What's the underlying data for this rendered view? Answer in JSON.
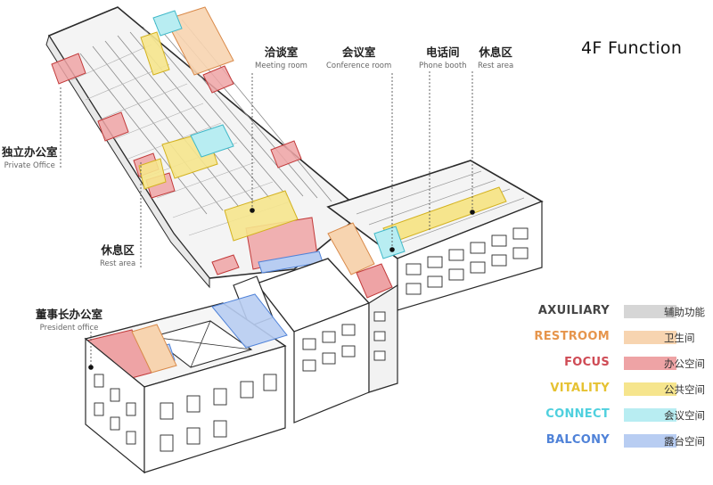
{
  "title": "4F  Function",
  "callouts": {
    "meeting_room": {
      "zh": "洽谈室",
      "en": "Meeting room"
    },
    "conference_room": {
      "zh": "会议室",
      "en": "Conference room"
    },
    "phone_booth": {
      "zh": "电话间",
      "en": "Phone booth"
    },
    "rest_area_top": {
      "zh": "休息区",
      "en": "Rest area"
    },
    "private_office": {
      "zh": "独立办公室",
      "en": "Private Office"
    },
    "rest_area_mid": {
      "zh": "休息区",
      "en": "Rest area"
    },
    "president_office": {
      "zh": "董事长办公室",
      "en": "President office"
    }
  },
  "legend": [
    {
      "name": "AXUILIARY",
      "zh": "辅助功能",
      "name_color": "#444444",
      "swatch": "#d6d6d6"
    },
    {
      "name": "RESTROOM",
      "zh": "卫生间",
      "name_color": "#e6954c",
      "swatch": "#f7d4b0"
    },
    {
      "name": "FOCUS",
      "zh": "办公空间",
      "name_color": "#cf4b55",
      "swatch": "#eea3a5"
    },
    {
      "name": "VITALITY",
      "zh": "公共空间",
      "name_color": "#e6c232",
      "swatch": "#f6e58d"
    },
    {
      "name": "CONNECT",
      "zh": "会议空间",
      "name_color": "#4fd0de",
      "swatch": "#b8edf2"
    },
    {
      "name": "BALCONY",
      "zh": "露台空间",
      "name_color": "#4f82d8",
      "swatch": "#b8cdf2"
    }
  ],
  "colors": {
    "focus": "#eea3a5",
    "vitality": "#f6e58d",
    "restroom": "#f7d4b0",
    "connect": "#b8edf2",
    "balcony": "#b8cdf2",
    "line": "#2a2a2a"
  }
}
